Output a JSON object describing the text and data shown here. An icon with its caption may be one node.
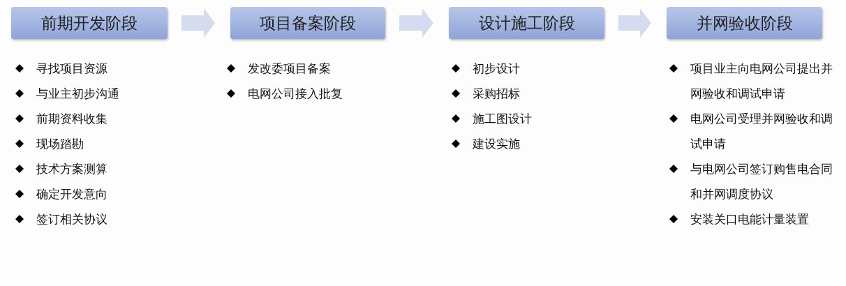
{
  "diagram": {
    "nodes": [
      {
        "text": [
          "前期开发阶段"
        ],
        "beside": [
          "寻找项目资源",
          "与业主初步沟通",
          "前期资料收集",
          "现场踏勘",
          "技术方案测算",
          "确定开发意向",
          "签订相关协议"
        ]
      },
      {
        "text": [
          "项目备案阶段"
        ],
        "beside": [
          "发改委项目备案",
          "电网公司接入批复"
        ]
      },
      {
        "text": [
          "设计施工阶段"
        ],
        "beside": [
          "初步设计",
          "采购招标",
          "施工图设计",
          "建设实施"
        ]
      },
      {
        "text": [
          "并网验收阶段"
        ],
        "beside": [
          "项目业主向电网公司提出并网验收和调试申请",
          "电网公司受理并网验收和调试申请",
          "与电网公司签订购售电合同和并网调度协议",
          "安装关口电能计量装置"
        ]
      }
    ],
    "edges": [
      {
        "from": 0,
        "to": 1,
        "arrow": "to"
      },
      {
        "from": 1,
        "to": 2,
        "arrow": "to"
      },
      {
        "from": 2,
        "to": 3,
        "arrow": "to"
      }
    ]
  }
}
